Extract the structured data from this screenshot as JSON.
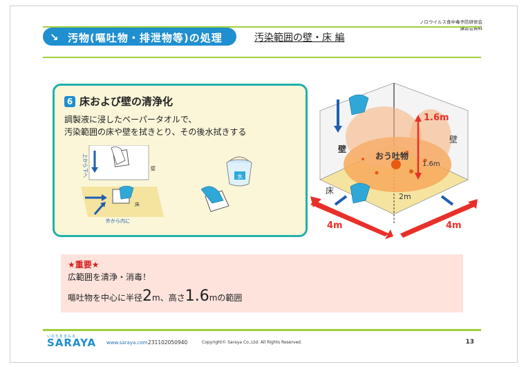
{
  "header": {
    "title_arrow": "↘",
    "title": "汚物(嘔吐物・排泄物等)の処理",
    "subtitle": "汚染範囲の壁・床 編",
    "corner_line1": "ノロウイルス食中毒予防研修会",
    "corner_line2": "講習会資料"
  },
  "step": {
    "number": "6",
    "title": "床および壁の清浄化",
    "desc_line1": "調製液に浸したペーパータオルで、",
    "desc_line2": "汚染範囲の床や壁を拭きとり、その後水拭きする",
    "label_top_to_bottom": "上から下へ",
    "label_wall": "壁",
    "label_floor": "床",
    "label_outside_in": "外から内に",
    "label_water": "水"
  },
  "diagram": {
    "height_label": "1.6m",
    "height_label2": "1.6m",
    "wall_left": "壁",
    "wall_right": "壁",
    "center_label": "おう吐物",
    "radius_label": "2m",
    "floor_label": "床",
    "width_left": "4m",
    "width_right": "4m"
  },
  "important": {
    "title": "★重要★",
    "line1": "広範囲を清浄・消毒！",
    "line2_a": "嘔吐物を中心に半径",
    "line2_b": "2",
    "line2_c": "m、高さ",
    "line2_d": "1.6",
    "line2_e": "mの範囲"
  },
  "footer": {
    "logo_small": "いのちをまもる",
    "logo": "SARAYA",
    "site": "www.saraya.com",
    "code": "231102050940",
    "copyright": "Copyright© Saraya Co.,Ltd. All Rights Reserved.",
    "page": "13"
  },
  "colors": {
    "accent_blue": "#1f8fd0",
    "accent_green": "#9fcf3a",
    "box_border": "#1fb0a8",
    "important_bg": "#fde3dc",
    "red": "#e8302a"
  }
}
